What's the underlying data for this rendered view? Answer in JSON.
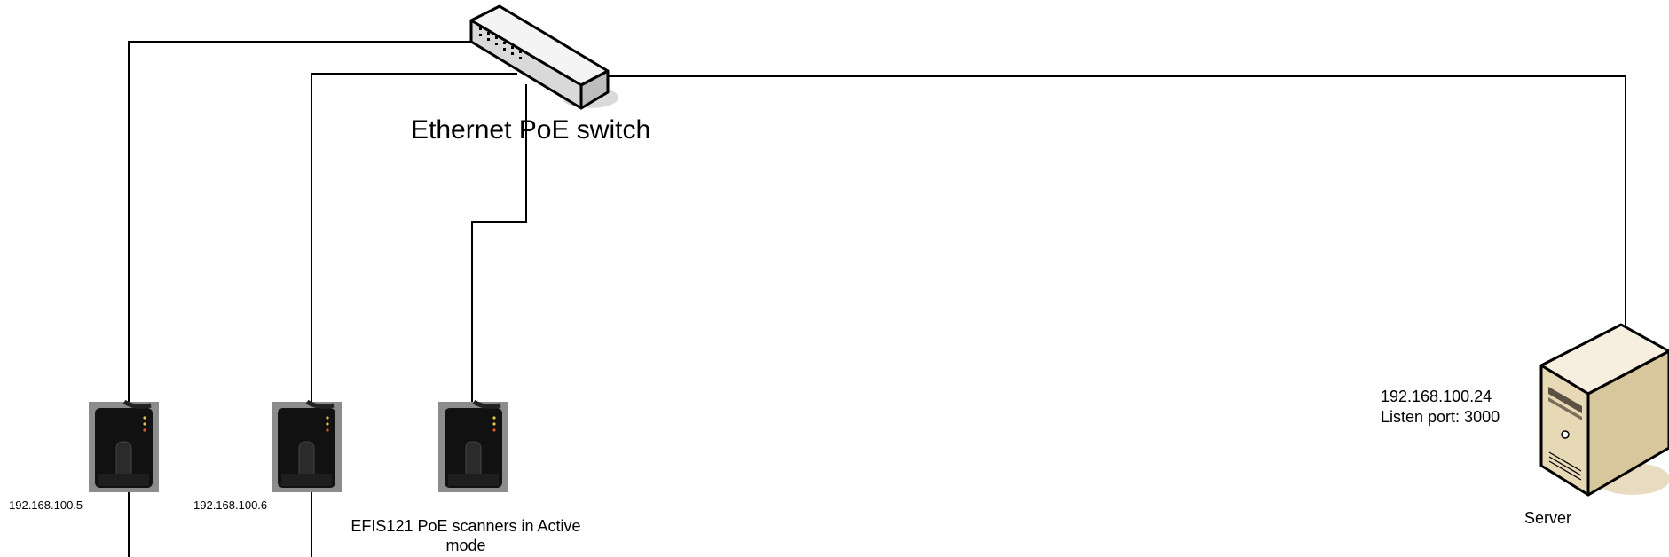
{
  "switch": {
    "label": "Ethernet PoE switch",
    "icon": "network-switch-icon"
  },
  "scanners": {
    "caption": "EFIS121 PoE scanners in Active mode",
    "items": [
      {
        "ip": "192.168.100.5",
        "icon": "fingerprint-scanner-icon"
      },
      {
        "ip": "192.168.100.6",
        "icon": "fingerprint-scanner-icon"
      },
      {
        "ip": "",
        "icon": "fingerprint-scanner-icon"
      }
    ]
  },
  "server": {
    "ip": "192.168.100.24",
    "port_line": "Listen port: 3000",
    "name": "Server",
    "icon": "server-tower-icon"
  },
  "colors": {
    "line": "#000000",
    "scanner_body": "#111111",
    "scanner_bg": "#8c8c8c",
    "server_body": "#e9dcc0"
  }
}
